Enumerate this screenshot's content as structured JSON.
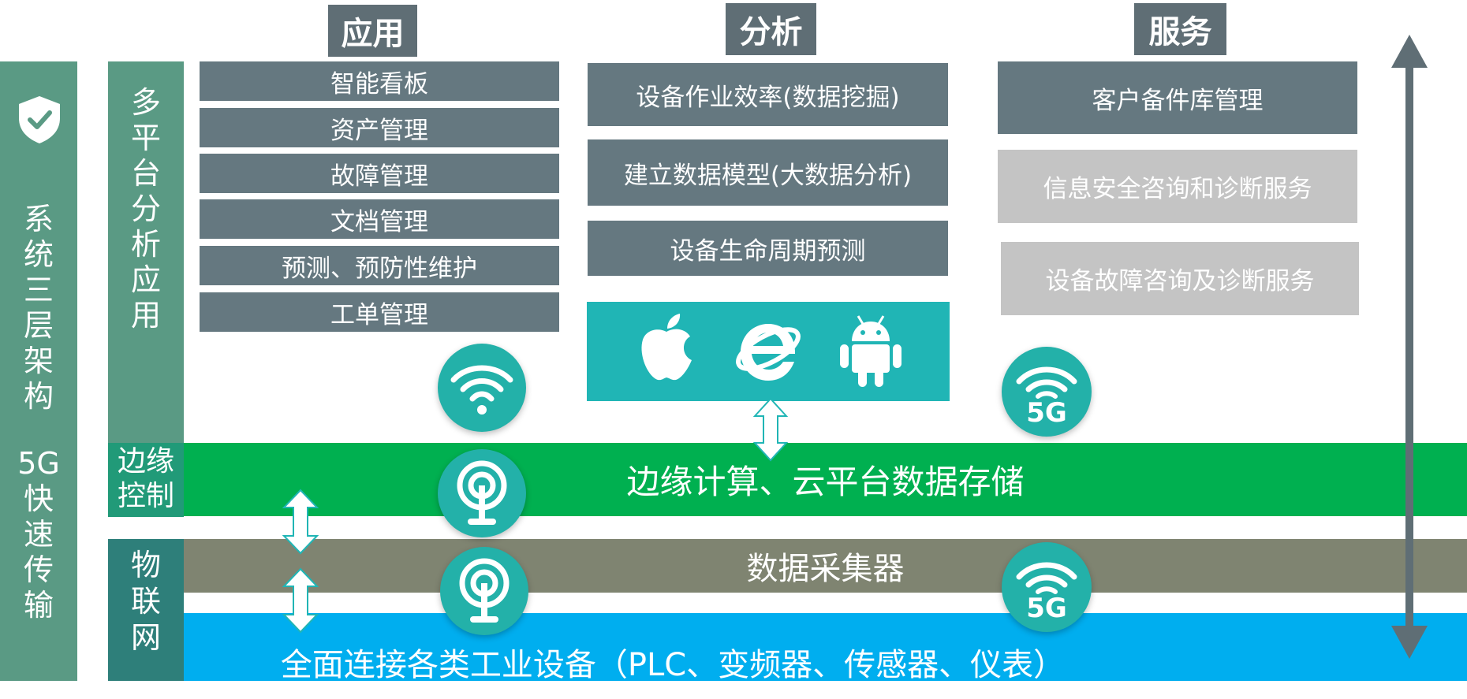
{
  "headers": {
    "app": "应用",
    "analysis": "分析",
    "service": "服务"
  },
  "left_column": {
    "chars_1": [
      "系",
      "统",
      "三",
      "层",
      "架",
      "构"
    ],
    "chars_2": [
      "5G",
      "快",
      "速",
      "传",
      "输"
    ]
  },
  "platform_column": {
    "chars": [
      "多",
      "平",
      "台",
      "分",
      "析",
      "应",
      "用"
    ],
    "edge_label": [
      "边缘",
      "控制"
    ],
    "iot_chars": [
      "物",
      "联",
      "网"
    ]
  },
  "app_items": [
    "智能看板",
    "资产管理",
    "故障管理",
    "文档管理",
    "预测、预防性维护",
    "工单管理"
  ],
  "analysis_items": [
    "设备作业效率(数据挖掘)",
    "建立数据模型(大数据分析)",
    "设备生命周期预测"
  ],
  "service_items": {
    "dark": "客户备件库管理",
    "light": [
      "信息安全咨询和诊断服务",
      "设备故障咨询及诊断服务"
    ]
  },
  "layers": {
    "edge": "边缘计算、云平台数据存储",
    "collector": "数据采集器",
    "devices": "全面连接各类工业设备（PLC、变频器、传感器、仪表）"
  },
  "icon_labels": {
    "fiveg": "5G"
  },
  "icons": [
    "shield-check-icon",
    "apple-icon",
    "internet-explorer-icon",
    "android-icon",
    "wifi-icon",
    "antenna-icon",
    "5g-wifi-icon",
    "double-arrow-icon"
  ],
  "colors": {
    "dark_gray": "#657880",
    "light_gray": "#c4c4c4",
    "teal": "#23b1a9",
    "green": "#00b050",
    "olive": "#7f8471",
    "blue": "#00aeef",
    "side_green": "#5a9a84"
  }
}
